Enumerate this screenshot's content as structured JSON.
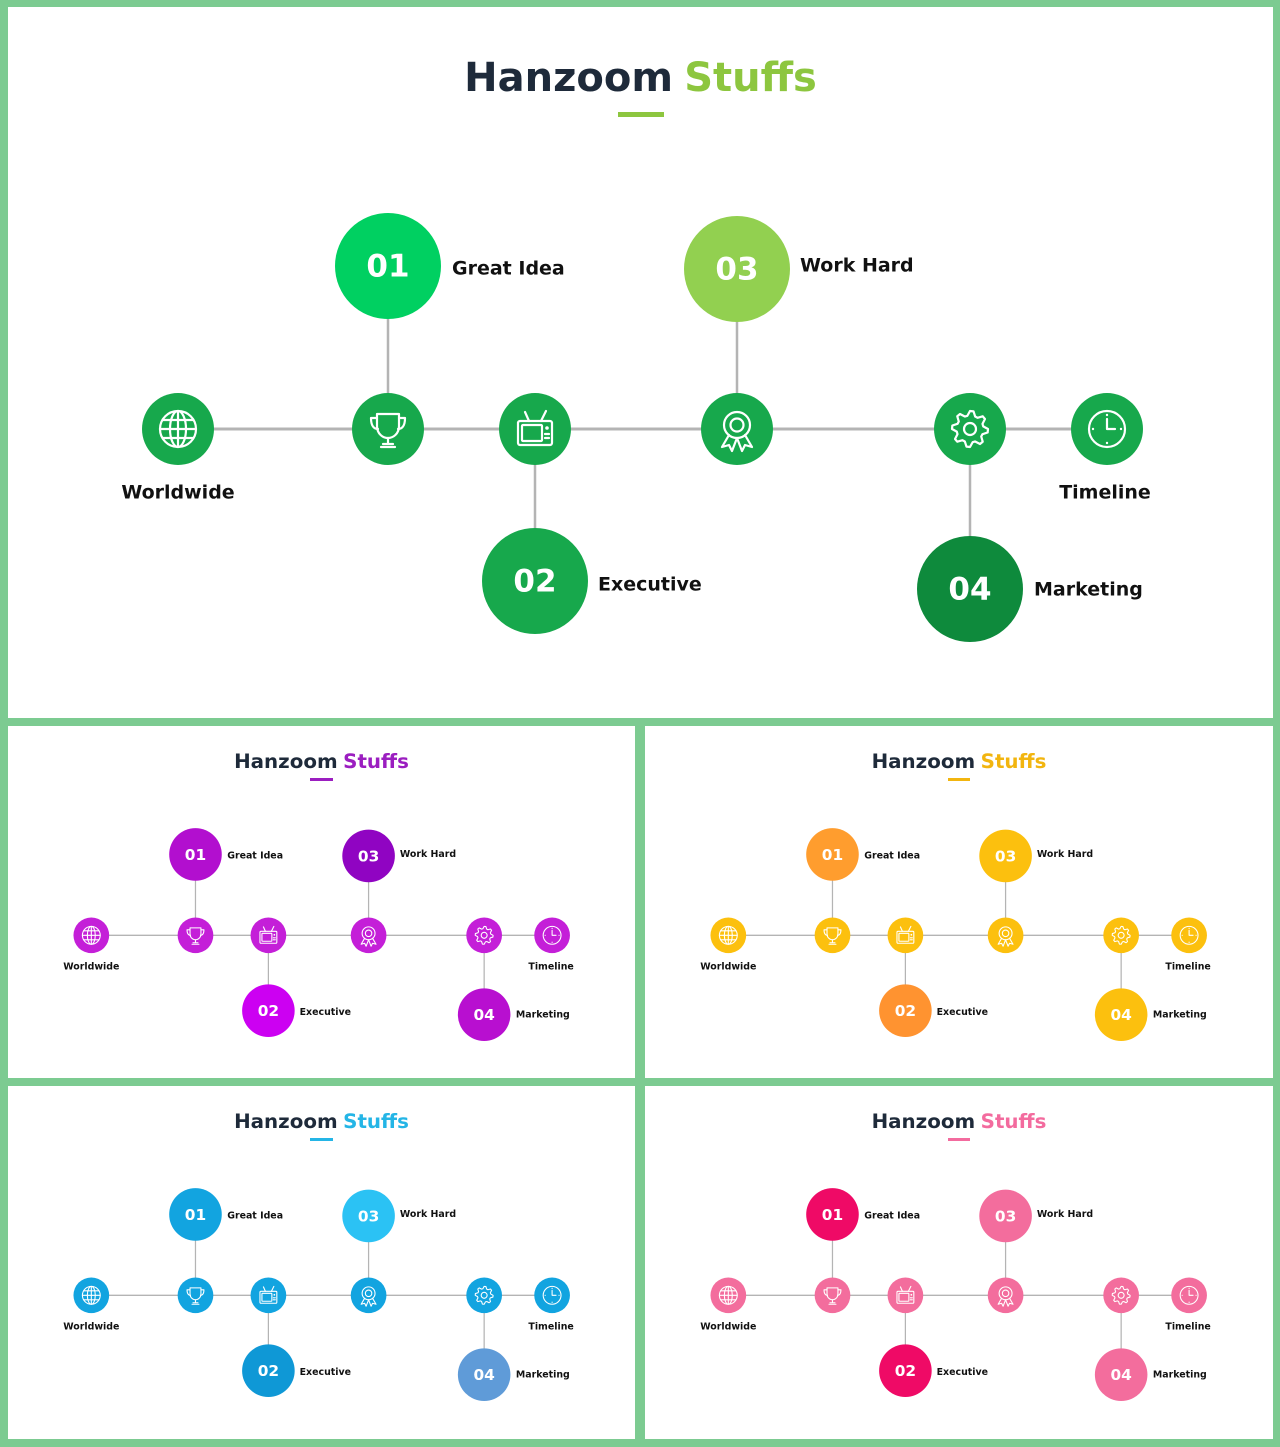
{
  "slides": [
    {
      "id": "main",
      "title_first": "Hanzoom",
      "title_second": "Stuffs",
      "accent": "#8dc63f",
      "colors": {
        "icon": "#17a84c",
        "num1": "#00d061",
        "num2": "#17a84c",
        "num3": "#92d050",
        "num4": "#0e8a3c"
      }
    },
    {
      "id": "purple",
      "title_first": "Hanzoom",
      "title_second": "Stuffs",
      "accent": "#9b1ec0",
      "colors": {
        "icon": "#c41fd8",
        "num1": "#b20fcf",
        "num2": "#cc00f2",
        "num3": "#9004c2",
        "num4": "#b80fd0"
      }
    },
    {
      "id": "yellow",
      "title_first": "Hanzoom",
      "title_second": "Stuffs",
      "accent": "#f2b50f",
      "colors": {
        "icon": "#fcc00e",
        "num1": "#ff9d2e",
        "num2": "#ff9330",
        "num3": "#fcc00e",
        "num4": "#fcc00e"
      }
    },
    {
      "id": "blue",
      "title_first": "Hanzoom",
      "title_second": "Stuffs",
      "accent": "#24b5e6",
      "colors": {
        "icon": "#12a4e0",
        "num1": "#12a4e0",
        "num2": "#0f98d6",
        "num3": "#2bc2f4",
        "num4": "#5f9bd8"
      }
    },
    {
      "id": "pink",
      "title_first": "Hanzoom",
      "title_second": "Stuffs",
      "accent": "#f36b9e",
      "colors": {
        "icon": "#f36d9d",
        "num1": "#ef0a66",
        "num2": "#ef0a66",
        "num3": "#f36d9d",
        "num4": "#f36d9d"
      }
    }
  ],
  "diagram": {
    "icons": [
      {
        "icon": "globe-icon",
        "label": "Worldwide"
      },
      {
        "icon": "trophy-icon"
      },
      {
        "icon": "tv-icon"
      },
      {
        "icon": "award-icon"
      },
      {
        "icon": "gear-icon"
      },
      {
        "icon": "clock-icon",
        "label": "Timeline"
      }
    ],
    "numbered": [
      {
        "number": "01",
        "label": "Great Idea"
      },
      {
        "number": "02",
        "label": "Executive"
      },
      {
        "number": "03",
        "label": "Work Hard"
      },
      {
        "number": "04",
        "label": "Marketing"
      }
    ],
    "line_color": "#b4b4b4"
  }
}
